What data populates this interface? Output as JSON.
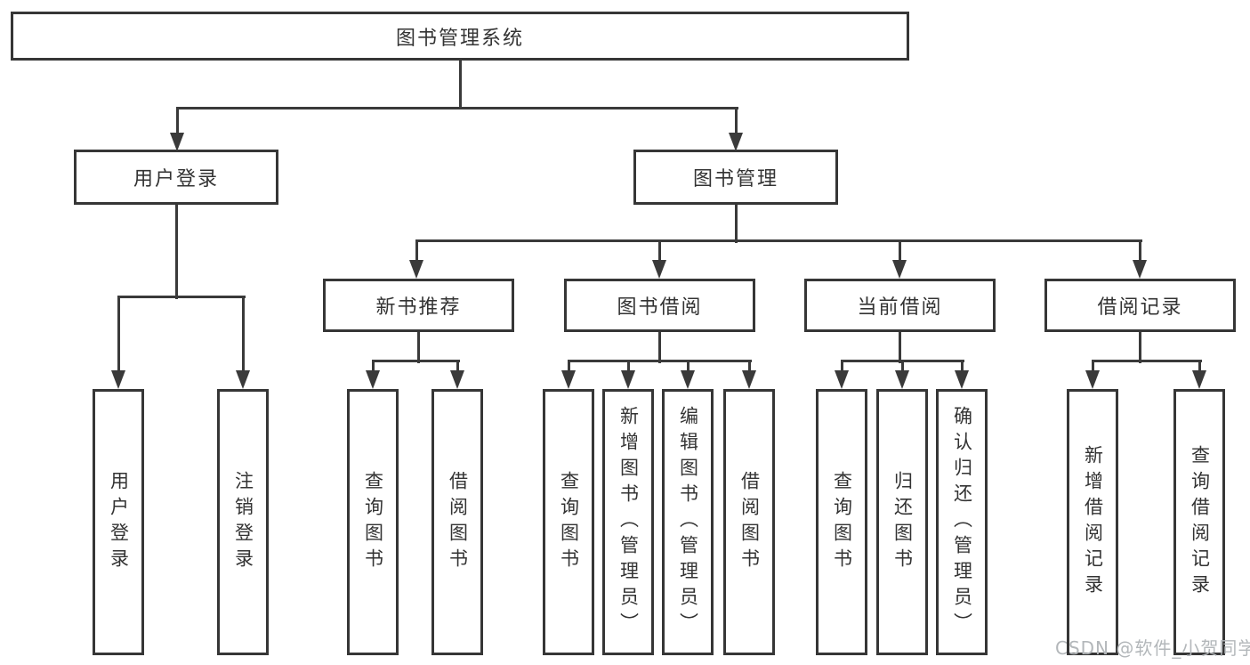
{
  "tree": {
    "root": {
      "label": "图书管理系统",
      "children": [
        {
          "label": "用户登录",
          "children": [
            {
              "label": "用户登录"
            },
            {
              "label": "注销登录"
            }
          ]
        },
        {
          "label": "图书管理",
          "children": [
            {
              "label": "新书推荐",
              "children": [
                {
                  "label": "查询图书"
                },
                {
                  "label": "借阅图书"
                }
              ]
            },
            {
              "label": "图书借阅",
              "children": [
                {
                  "label": "查询图书"
                },
                {
                  "label": "新增图书（管理员）"
                },
                {
                  "label": "编辑图书（管理员）"
                },
                {
                  "label": "借阅图书"
                }
              ]
            },
            {
              "label": "当前借阅",
              "children": [
                {
                  "label": "查询图书"
                },
                {
                  "label": "归还图书"
                },
                {
                  "label": "确认归还（管理员）"
                }
              ]
            },
            {
              "label": "借阅记录",
              "children": [
                {
                  "label": "新增借阅记录"
                },
                {
                  "label": "查询借阅记录"
                }
              ]
            }
          ]
        }
      ]
    }
  },
  "watermark": {
    "text": "CSDN @软件_小贺同学"
  },
  "colors": {
    "line": "#3a3a3a",
    "box_border": "#363636",
    "text": "#333333",
    "watermark": "#b3b7ba",
    "background": "#ffffff"
  }
}
